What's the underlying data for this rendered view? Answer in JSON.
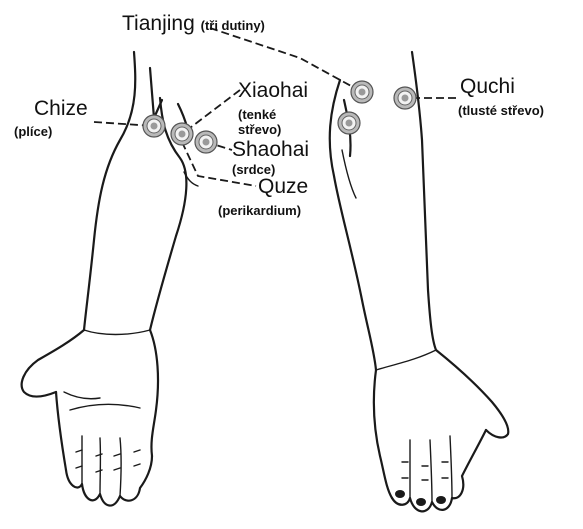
{
  "points": {
    "tianjing": {
      "name": "Tianjing",
      "note": "(tři dutiny)"
    },
    "chize": {
      "name": "Chize",
      "note": "(plíce)"
    },
    "xiaohai": {
      "name": "Xiaohai",
      "note1": "(tenké",
      "note2": "střevo)"
    },
    "shaohai": {
      "name": "Shaohai",
      "note": "(srdce)"
    },
    "quze": {
      "name": "Quze",
      "note": "(perikardium)"
    },
    "quchi": {
      "name": "Quchi",
      "note": "(tlusté střevo)"
    }
  }
}
